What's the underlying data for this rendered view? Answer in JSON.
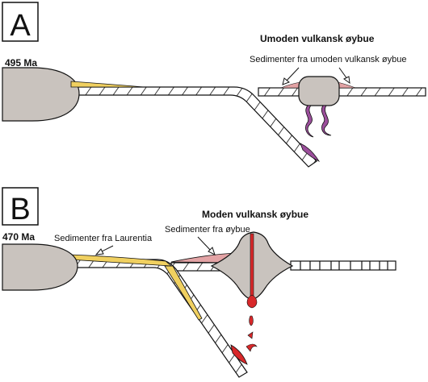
{
  "panel_a": {
    "letter": "A",
    "age": "495 Ma",
    "title": "Umoden vulkansk øybue",
    "sediment_label": "Sedimenter fra umoden vulkansk øybue"
  },
  "panel_b": {
    "letter": "B",
    "age": "470 Ma",
    "title": "Moden vulkansk øybue",
    "sediment_laurentia_label": "Sedimenter fra Laurentia",
    "sediment_arc_label": "Sedimenter fra øybue"
  },
  "colors": {
    "continent": "#c9c3be",
    "arc": "#c9c3be",
    "sediment_yellow": "#f0d060",
    "sediment_pink": "#e3a3a5",
    "magma_purple": "#9b4e9b",
    "magma_red": "#d8282a",
    "outline": "#111111"
  }
}
